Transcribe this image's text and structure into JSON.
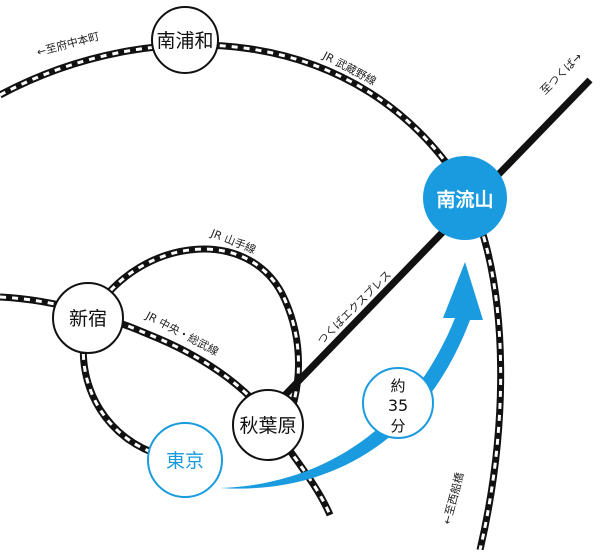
{
  "colors": {
    "accent": "#1a9be0",
    "rail": "#111111",
    "station_fill": "#ffffff"
  },
  "stations": {
    "minamiurawa": "南浦和",
    "shinjuku": "新宿",
    "akihabara": "秋葉原",
    "tokyo": "東京",
    "minami_nagareyama": "南流山"
  },
  "lines": {
    "musashino": "JR 武蔵野線",
    "yamanote": "JR 山手線",
    "chuo_sobu": "JR 中央・総武線",
    "tsukuba_express": "つくばエクスプレス"
  },
  "directions": {
    "to_fuchu": "←至府中本町",
    "to_tsukuba": "至つくば→",
    "to_nishifunabashi": "←至西船橋"
  },
  "travel_time": {
    "prefix": "約",
    "minutes": "35",
    "unit": "分"
  }
}
